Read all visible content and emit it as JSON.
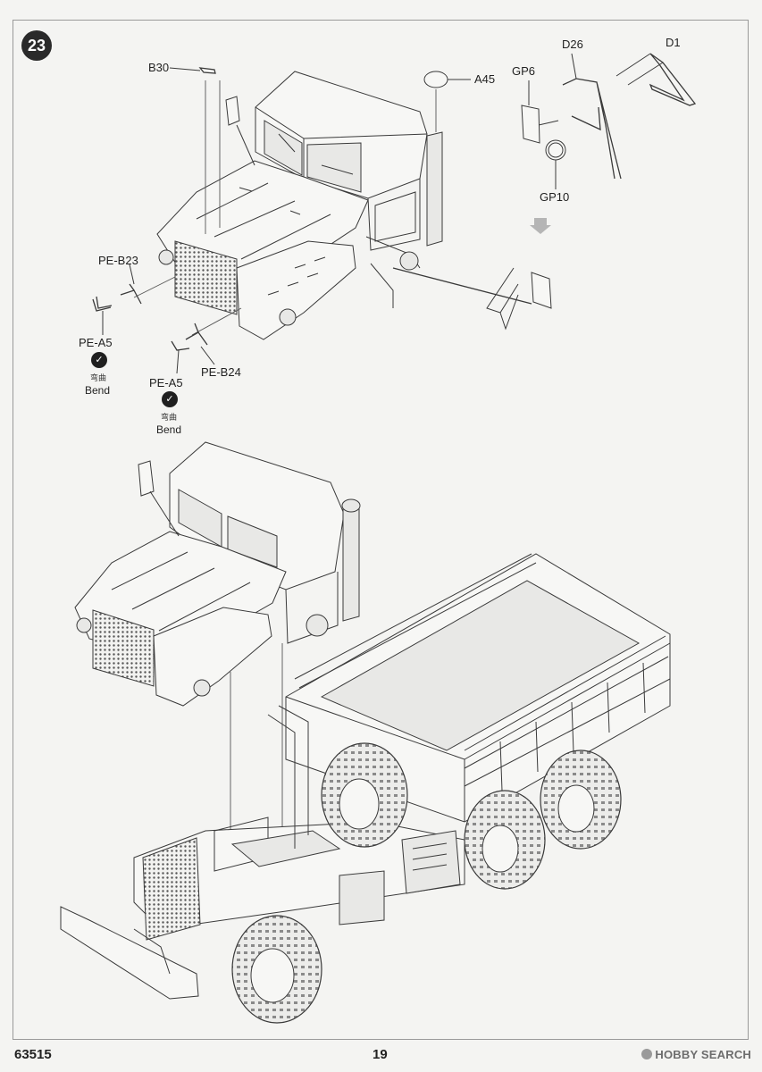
{
  "step": {
    "number": "23"
  },
  "callouts": {
    "b30": "B30",
    "a45": "A45",
    "gp6": "GP6",
    "d26": "D26",
    "d1": "D1",
    "gp10": "GP10",
    "pe_b23": "PE-B23",
    "pe_a5_left": "PE-A5",
    "pe_a5_right": "PE-A5",
    "pe_b24": "PE-B24"
  },
  "bend_notes": [
    {
      "zh": "弯曲",
      "en": "Bend"
    },
    {
      "zh": "弯曲",
      "en": "Bend"
    }
  ],
  "footer": {
    "product_code": "63515",
    "page_number": "19",
    "watermark": "HOBBY SEARCH"
  },
  "colors": {
    "ink": "#3a3a3a",
    "paper": "#f4f4f2",
    "arrow": "#b5b5b5"
  }
}
